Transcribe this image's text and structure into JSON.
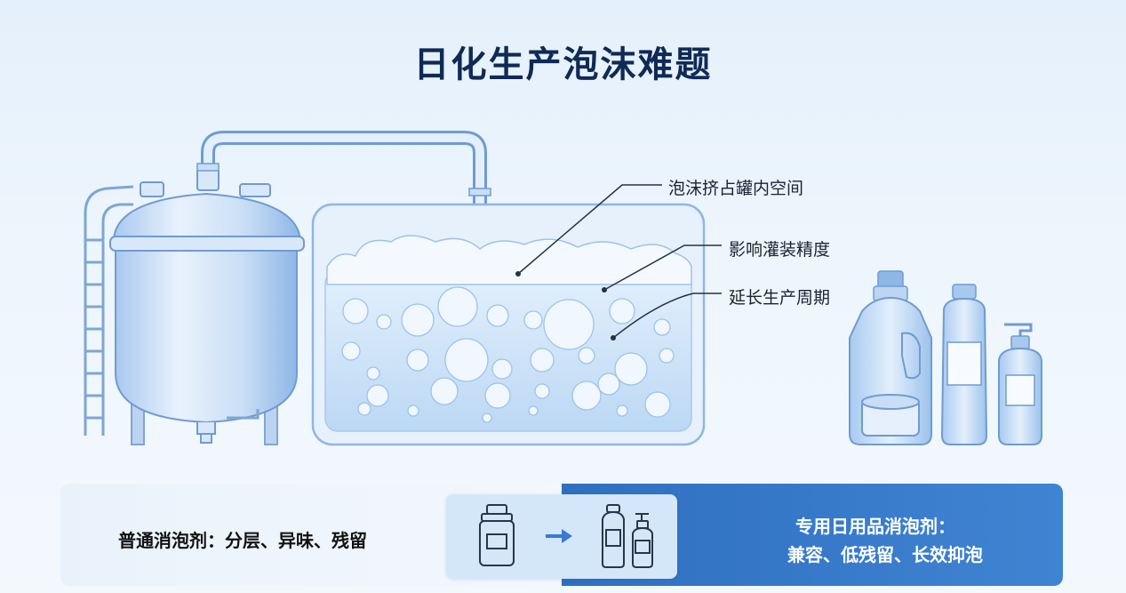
{
  "title": "日化生产泡沫难题",
  "callouts": [
    "泡沫挤占罐内空间",
    "影响灌装精度",
    "延长生产周期"
  ],
  "bottom": {
    "left_text": "普通消泡剂：分层、异味、残留",
    "right_line1": "专用日用品消泡剂：",
    "right_line2": "兼容、低残留、长效抑泡"
  },
  "colors": {
    "title": "#0f2a55",
    "accent_blue": "#2f6fc0",
    "liquid": "#cfe4f8",
    "tank": "#c9def5"
  },
  "icons": [
    "reactor-tank-icon",
    "ladder-icon",
    "pipe-icon",
    "detergent-bottle-icon",
    "cream-jar-icon",
    "tall-bottle-icon",
    "pump-bottle-icon",
    "arrow-right-icon"
  ]
}
